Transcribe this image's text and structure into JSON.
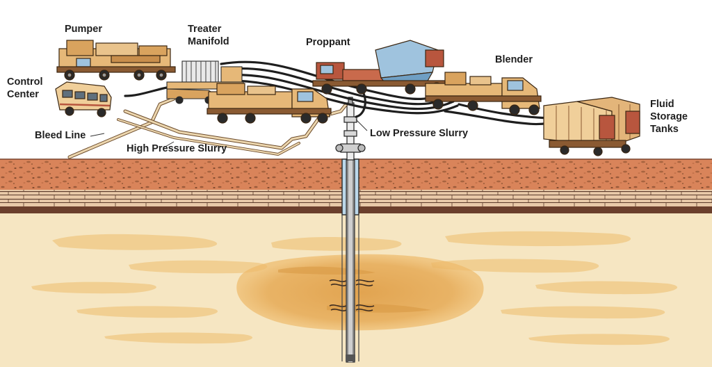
{
  "labels": {
    "pumper": "Pumper",
    "treater_manifold": [
      "Treater",
      "Manifold"
    ],
    "proppant": "Proppant",
    "blender": "Blender",
    "control_center": [
      "Control",
      "Center"
    ],
    "fluid_storage_tanks": [
      "Fluid",
      "Storage",
      "Tanks"
    ],
    "bleed_line": "Bleed Line",
    "high_pressure_slurry": "High Pressure Slurry",
    "low_pressure_slurry": "Low Pressure Slurry"
  },
  "colors": {
    "sky": "#ffffff",
    "topsoil": "#d9845a",
    "soil_speckle": "#9a5a3a",
    "rock_layer": "#e8c9a8",
    "brick_line": "#5a3a2a",
    "deep_strata": "#f6e6c2",
    "sand_lens": "#f0c98a",
    "fracture_zone": "#e6a94f",
    "equipment_tan": "#e6b878",
    "equipment_dark": "#8a5a32",
    "hose": "#1e1e1e",
    "casing": "#4a4a4a",
    "truck_red": "#b8563e",
    "cab_blue": "#9fc3de"
  }
}
